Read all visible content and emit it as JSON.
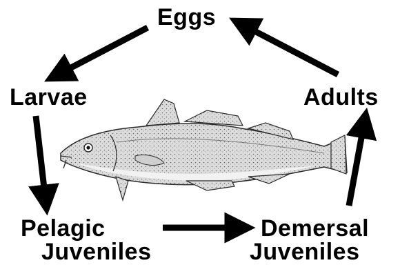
{
  "diagram": {
    "stages": {
      "eggs": "Eggs",
      "larvae": "Larvae",
      "adults": "Adults",
      "pelagic_line1": "Pelagic",
      "pelagic_line2": "Juveniles",
      "demersal_line1": "Demersal",
      "demersal_line2": "Juveniles"
    },
    "colors": {
      "ink": "#000000",
      "fish_fill": "#e6e6e6",
      "fish_stroke": "#2a2a2a",
      "background": "#ffffff"
    },
    "illustration": "cod-fish"
  }
}
